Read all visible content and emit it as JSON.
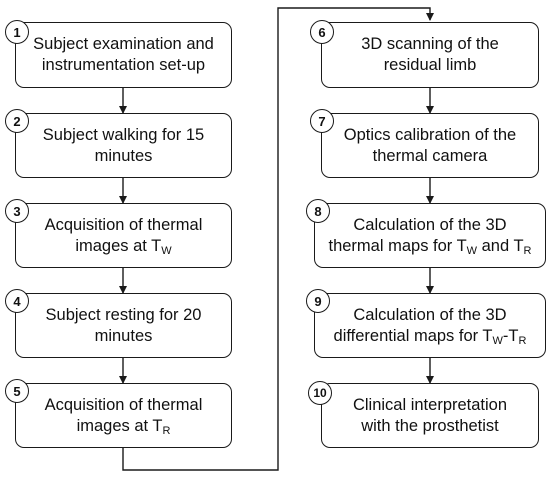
{
  "steps": [
    {
      "number": "1",
      "line1": "Subject examination and",
      "line2": "instrumentation set-up"
    },
    {
      "number": "2",
      "line1": "Subject walking for 15",
      "line2": "minutes"
    },
    {
      "number": "3",
      "line1": "Acquisition of thermal",
      "line2_pre": "images at T",
      "line2_sub": "W"
    },
    {
      "number": "4",
      "line1": "Subject resting for 20",
      "line2": "minutes"
    },
    {
      "number": "5",
      "line1": "Acquisition of thermal",
      "line2_pre": "images at T",
      "line2_sub": "R"
    },
    {
      "number": "6",
      "line1": "3D scanning of the",
      "line2": "residual limb"
    },
    {
      "number": "7",
      "line1": "Optics calibration of the",
      "line2": "thermal camera"
    },
    {
      "number": "8",
      "line1": "Calculation of the 3D",
      "line2_pre": "thermal maps for T",
      "line2_sub1": "W",
      "line2_mid": " and T",
      "line2_sub2": "R"
    },
    {
      "number": "9",
      "line1": "Calculation of the 3D",
      "line2_pre": "differential maps for T",
      "line2_sub1": "W",
      "line2_mid": "-T",
      "line2_sub2": "R"
    },
    {
      "number": "10",
      "line1": "Clinical interpretation",
      "line2": "with the prosthetist"
    }
  ],
  "colors": {
    "stroke": "#1a1a1a",
    "text": "#111111",
    "background": "#ffffff"
  }
}
